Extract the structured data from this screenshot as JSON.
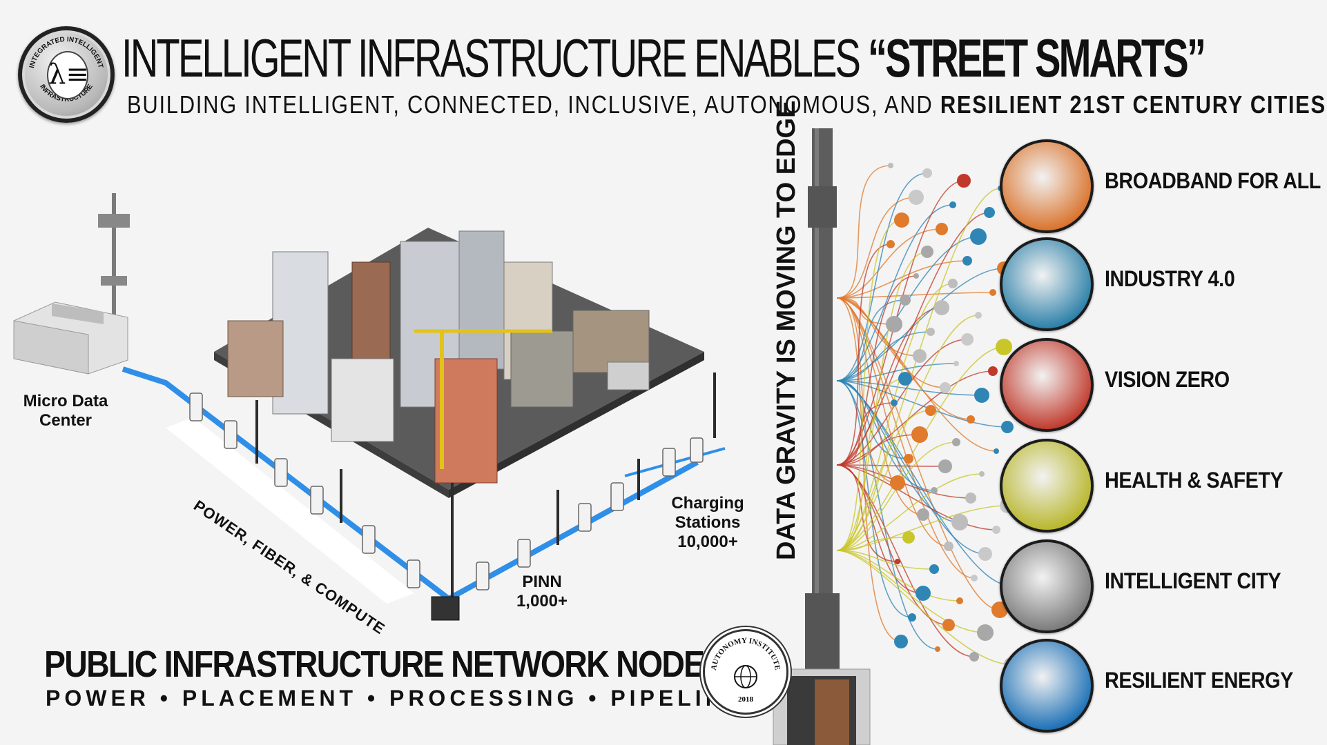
{
  "header": {
    "title_regular": "INTELLIGENT INFRASTRUCTURE ENABLES ",
    "title_bold": "“STREET SMARTS”",
    "subtitle_regular": "BUILDING INTELLIGENT, CONNECTED, INCLUSIVE, AUTONOMOUS, AND ",
    "subtitle_bold": "RESILIENT 21ST CENTURY CITIES"
  },
  "logo": {
    "ring_text_top": "INTEGRATED INTELLIGENT",
    "ring_text_bottom": "INFRASTRUCTURE",
    "symbol": "λ≡"
  },
  "network": {
    "micro_data_center": "Micro Data\nCenter",
    "power_fiber_compute": "POWER, FIBER, & COMPUTE",
    "charging_stations": "Charging\nStations\n10,000+",
    "pinn": "PINN\n1,000+",
    "heading": "PUBLIC INFRASTRUCTURE NETWORK NODES",
    "subheading": "POWER  •  PLACEMENT  •  PROCESSING  •  PIPELINE"
  },
  "edge": {
    "vertical_label": "DATA GRAVITY IS MOVING TO EDGE"
  },
  "seal": {
    "top_text": "AUTONOMY INSTITUTE",
    "year": "2018"
  },
  "categories": [
    {
      "label": "BROADBAND FOR ALL",
      "icon": "student-laptop-photo",
      "color": "#d9722a"
    },
    {
      "label": "INDUSTRY 4.0",
      "icon": "robot-handshake-photo",
      "color": "#2a7fa8"
    },
    {
      "label": "VISION ZERO",
      "icon": "street-traffic-photo",
      "color": "#c0392b"
    },
    {
      "label": "HEALTH & SAFETY",
      "icon": "doctor-photo",
      "color": "#b8b62a"
    },
    {
      "label": "INTELLIGENT CITY",
      "icon": "skyline-photo",
      "color": "#7a7a7a"
    },
    {
      "label": "RESILIENT ENERGY",
      "icon": "energy-city-photo",
      "color": "#1a6fb5"
    }
  ],
  "colors": {
    "fiber_line": "#2f8fe8",
    "fan_orange": "#e07a2c",
    "fan_blue": "#2f86b5",
    "fan_red": "#c0392b",
    "fan_yellow": "#c9c629",
    "pole": "#5d5d5d"
  }
}
